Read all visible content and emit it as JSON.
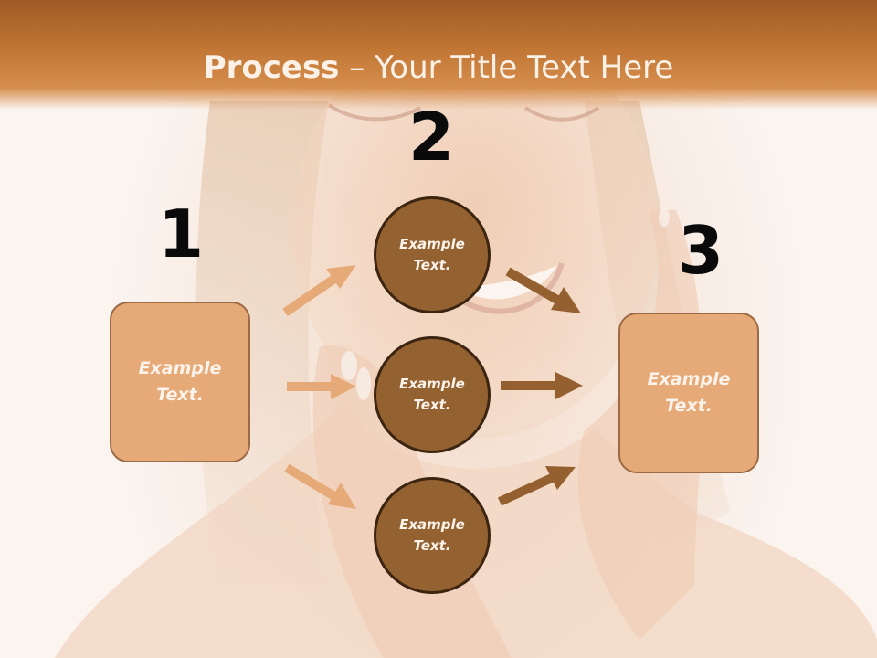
{
  "title": {
    "bold": "Process",
    "rest": " – Your Title Text Here"
  },
  "steps": {
    "one": "1",
    "two": "2",
    "three": "3"
  },
  "left_box": {
    "text": "Example Text."
  },
  "circles": [
    {
      "text": "Example Text."
    },
    {
      "text": "Example Text."
    },
    {
      "text": "Example Text."
    }
  ],
  "right_box": {
    "text": "Example Text."
  },
  "colors": {
    "header": "#c17634",
    "box_fill": "#e6aa78",
    "circle_fill": "#946131",
    "arrow_light": "#e6aa78",
    "arrow_dark": "#94602f"
  }
}
